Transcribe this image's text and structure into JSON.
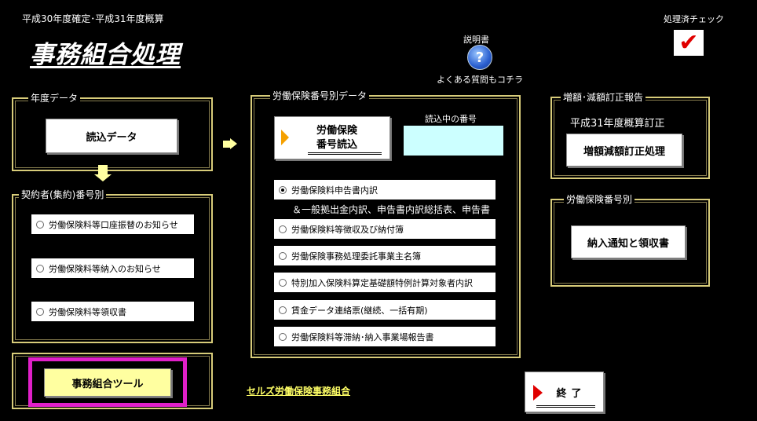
{
  "header": {
    "subtitle": "平成30年度確定･平成31年度概算",
    "title": "事務組合処理",
    "help_top": "説明書",
    "help_bottom": "よくある質問もコチラ",
    "check_label": "処理済チェック",
    "check_mark": "✔"
  },
  "nendo": {
    "label": "年度データ",
    "load_button": "読込データ"
  },
  "keiyaku": {
    "label": "契約者(集約)番号別",
    "options": [
      "労働保険料等口座振替のお知らせ",
      "労働保険料等納入のお知らせ",
      "労働保険料等領収書"
    ]
  },
  "tool": {
    "button": "事務組合ツール"
  },
  "bango": {
    "label": "労働保険番号別データ",
    "load_button_line1": "労働保険",
    "load_button_line2": "番号読込",
    "current_label": "読込中の番号",
    "current_value": "",
    "options": [
      "労働保険料申告書内訳",
      "労働保険料等徴収及び納付簿",
      "労働保険事務処理委託事業主名簿",
      "特別加入保険料算定基礎額特例計算対象者内訳",
      "賃金データ連絡票(継続、一括有期)",
      "労働保険料等滞納･納入事業場報告書"
    ],
    "option1_sub": "＆一般拠出金内訳、申告書内訳総括表、申告書",
    "selected_index": 0
  },
  "zougaku": {
    "label": "増額･減額訂正報告",
    "sub": "平成31年度概算訂正",
    "button": "増額減額訂正処理"
  },
  "nonyu": {
    "label": "労働保険番号別",
    "button": "納入通知と領収書"
  },
  "footer": {
    "link": "セルズ労働保険事務組合",
    "end_button": "終了"
  },
  "colors": {
    "frame": "#d8cc7a",
    "tool_button": "#ffffa0",
    "highlight": "#e020c8",
    "current_field": "#ccffff",
    "link": "#ffff66",
    "check_mark": "#e00000"
  }
}
